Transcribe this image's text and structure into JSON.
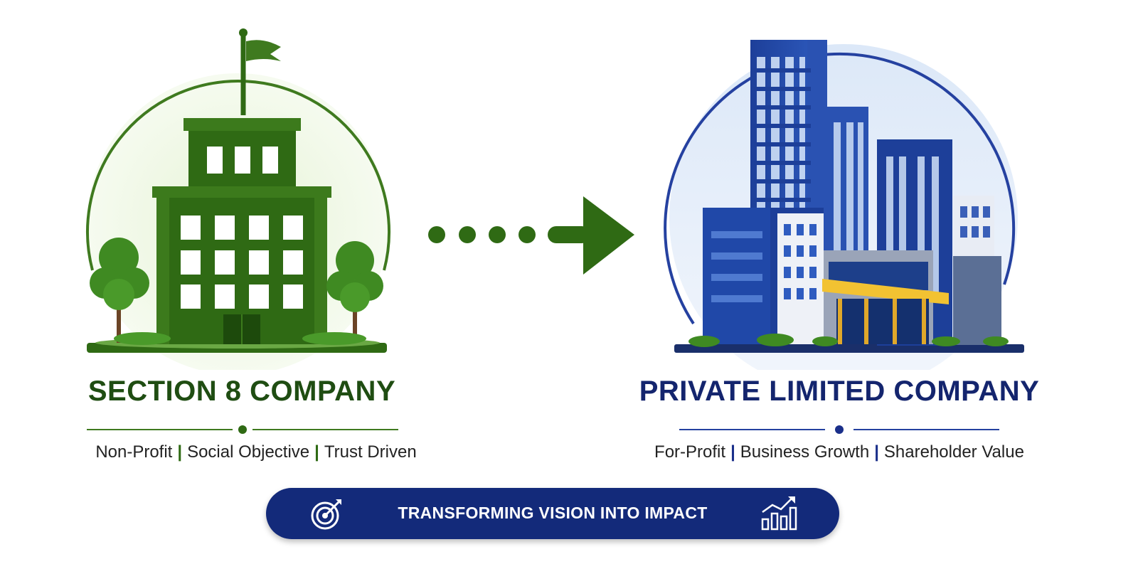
{
  "left": {
    "title": "SECTION 8 COMPANY",
    "tags": [
      "Non-Profit",
      "Social Objective",
      "Trust Driven"
    ],
    "color": "#2f6a14",
    "icon": "green-office-building-icon"
  },
  "right": {
    "title": "PRIVATE LIMITED COMPANY",
    "tags": [
      "For-Profit",
      "Business Growth",
      "Shareholder Value"
    ],
    "color": "#1a2f8a",
    "icon": "corporate-skyscrapers-icon"
  },
  "arrow": {
    "icon": "dotted-arrow-right-icon",
    "color": "#2f6a14"
  },
  "banner": {
    "text": "TRANSFORMING VISION INTO IMPACT",
    "background": "#132a7a",
    "left_icon": "target-arrow-icon",
    "right_icon": "growth-chart-icon"
  }
}
